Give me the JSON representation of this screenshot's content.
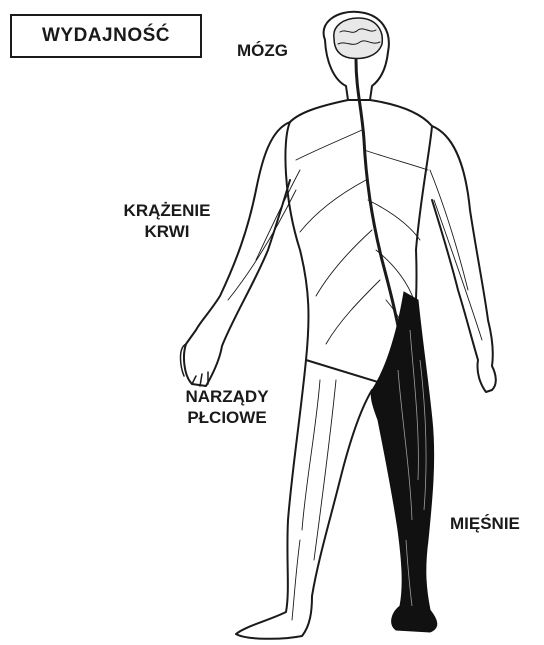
{
  "title": "WYDAJNOŚĆ",
  "labels": {
    "brain": "MÓZG",
    "circulation_line1": "KRĄŻENIE",
    "circulation_line2": "KRWI",
    "sex_organs_line1": "NARZĄDY",
    "sex_organs_line2": "PŁCIOWE",
    "muscles": "MIĘŚNIE"
  },
  "colors": {
    "ink": "#1a1a1a",
    "muscle_fill": "#111111",
    "background": "#ffffff"
  }
}
